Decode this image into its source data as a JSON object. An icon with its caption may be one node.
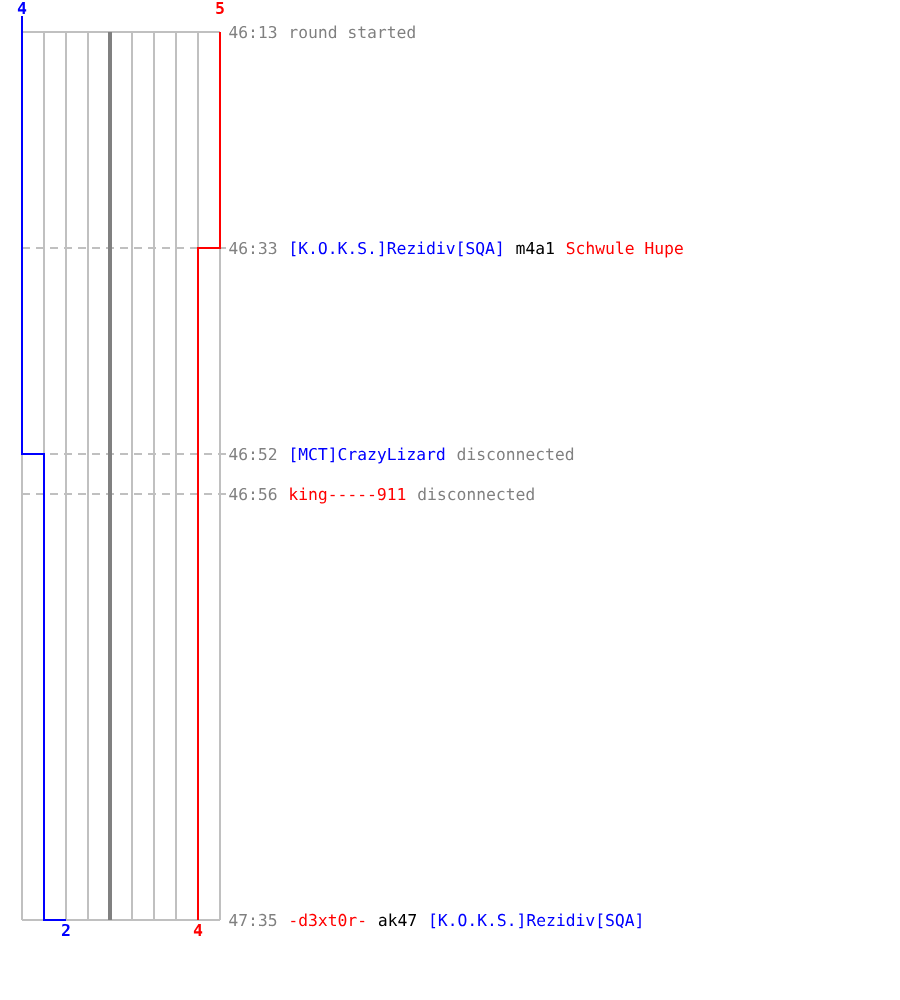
{
  "diagram": {
    "labels": [
      "4",
      "5",
      "46:13",
      "round started",
      "46:33",
      "[K.O.K.S.]Rezidiv[SQA]",
      "m4a1",
      "Schwule Hupe",
      "46:52",
      "[MCT]CrazyLizard",
      "disconnected",
      "46:56",
      "king-----911",
      "disconnected",
      "47:35",
      "-d3xt0r-",
      "ak47",
      "[K.O.K.S.]Rezidiv[SQA]",
      "2",
      "4"
    ]
  }
}
